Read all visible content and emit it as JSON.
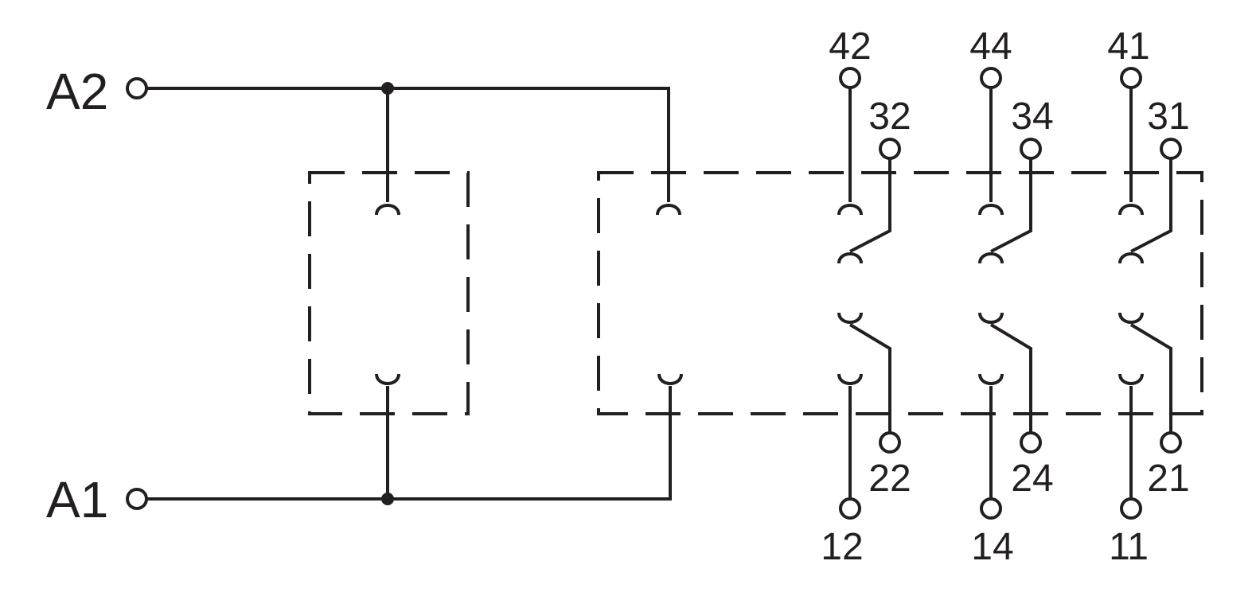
{
  "colors": {
    "line": "#231f20",
    "background": "#ffffff"
  },
  "coil_terminals": [
    {
      "id": "a2",
      "label": "A2"
    },
    {
      "id": "a1",
      "label": "A1"
    }
  ],
  "contact_groups": [
    {
      "id": "g1",
      "top_no": "42",
      "top_nc": "32",
      "bottom_nc": "22",
      "bottom_no": "12"
    },
    {
      "id": "g2",
      "top_no": "44",
      "top_nc": "34",
      "bottom_nc": "24",
      "bottom_no": "14"
    },
    {
      "id": "g3",
      "top_no": "41",
      "top_nc": "31",
      "bottom_nc": "21",
      "bottom_no": "11"
    }
  ]
}
